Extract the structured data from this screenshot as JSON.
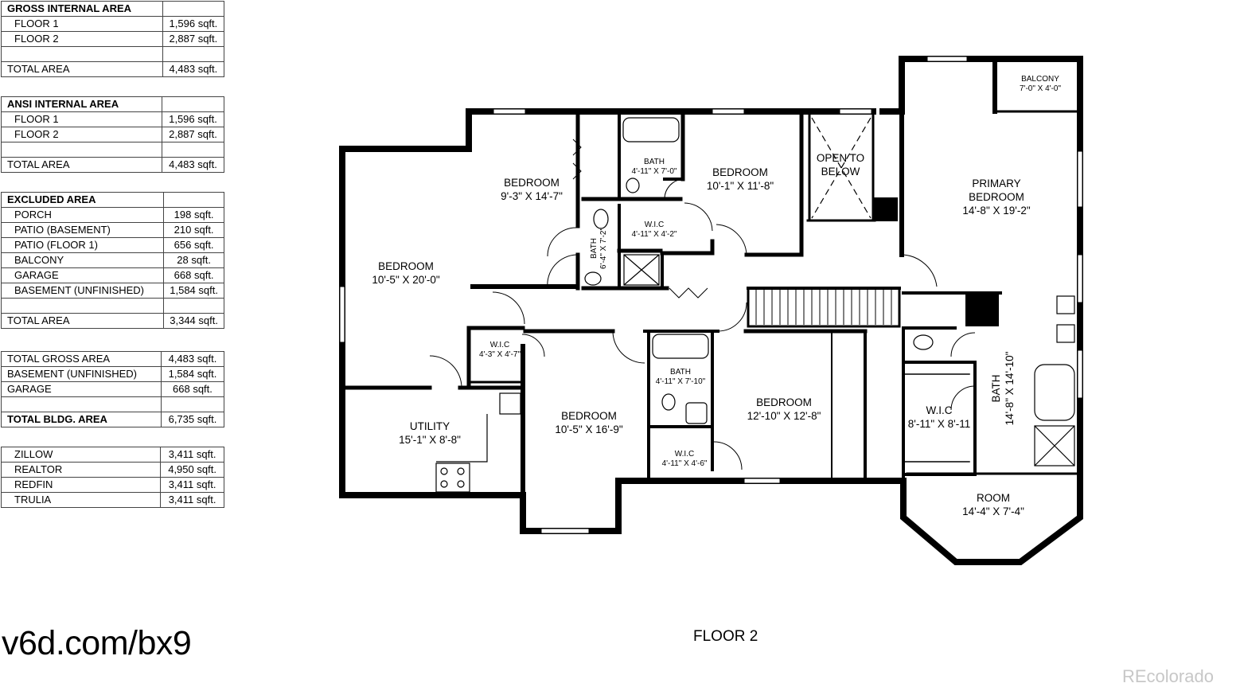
{
  "area_tables": [
    {
      "title": "GROSS INTERNAL AREA",
      "rows": [
        {
          "label": "FLOOR 1",
          "value": "1,596 sqft."
        },
        {
          "label": "FLOOR 2",
          "value": "2,887 sqft."
        }
      ],
      "total": {
        "label": "TOTAL AREA",
        "value": "4,483 sqft."
      }
    },
    {
      "title": "ANSI INTERNAL AREA",
      "rows": [
        {
          "label": "FLOOR 1",
          "value": "1,596 sqft."
        },
        {
          "label": "FLOOR 2",
          "value": "2,887 sqft."
        }
      ],
      "total": {
        "label": "TOTAL AREA",
        "value": "4,483 sqft."
      }
    },
    {
      "title": "EXCLUDED AREA",
      "rows": [
        {
          "label": "PORCH",
          "value": "198 sqft."
        },
        {
          "label": "PATIO (BASEMENT)",
          "value": "210 sqft."
        },
        {
          "label": "PATIO (FLOOR 1)",
          "value": "656 sqft."
        },
        {
          "label": "BALCONY",
          "value": "28 sqft."
        },
        {
          "label": "GARAGE",
          "value": "668 sqft."
        },
        {
          "label": "BASEMENT (UNFINISHED)",
          "value": "1,584 sqft."
        }
      ],
      "total": {
        "label": "TOTAL AREA",
        "value": "3,344 sqft."
      }
    },
    {
      "rows": [
        {
          "label": "TOTAL GROSS AREA",
          "value": "4,483 sqft."
        },
        {
          "label": "BASEMENT (UNFINISHED)",
          "value": "1,584 sqft."
        },
        {
          "label": "GARAGE",
          "value": "668 sqft."
        }
      ],
      "total": {
        "label": "TOTAL BLDG. AREA",
        "value": "6,735 sqft."
      }
    },
    {
      "rows": [
        {
          "label": "ZILLOW",
          "value": "3,411 sqft."
        },
        {
          "label": "REALTOR",
          "value": "4,950 sqft."
        },
        {
          "label": "REDFIN",
          "value": "3,411 sqft."
        },
        {
          "label": "TRULIA",
          "value": "3,411 sqft."
        }
      ]
    }
  ],
  "rooms": {
    "bedroom_a": {
      "name": "BEDROOM",
      "dims": "9'-3\" X 14'-7\""
    },
    "bath_a": {
      "name": "BATH",
      "dims": "4'-11\" X 7'-0\""
    },
    "bedroom_b": {
      "name": "BEDROOM",
      "dims": "10'-1\" X 11'-8\""
    },
    "open_below": {
      "line1": "OPEN TO",
      "line2": "BELOW"
    },
    "balcony": {
      "name": "BALCONY",
      "dims": "7'-0\" X 4'-0\""
    },
    "primary_bedroom": {
      "line1": "PRIMARY",
      "line2": "BEDROOM",
      "dims": "14'-8\" X 19'-2\""
    },
    "wic_a": {
      "name": "W.I.C",
      "dims": "4'-11\" X 4'-2\""
    },
    "bath_b": {
      "name": "BATH",
      "dims": "6'-4\" X 7'-2\""
    },
    "bedroom_c": {
      "name": "BEDROOM",
      "dims": "10'-5\" X 20'-0\""
    },
    "wic_b": {
      "name": "W.I.C",
      "dims": "4'-3\" X 4'-7\""
    },
    "bath_c": {
      "name": "BATH",
      "dims": "4'-11\" X 7'-10\""
    },
    "bedroom_d": {
      "name": "BEDROOM",
      "dims": "12'-10\" X 12'-8\""
    },
    "utility": {
      "name": "UTILITY",
      "dims": "15'-1\" X 8'-8\""
    },
    "bedroom_e": {
      "name": "BEDROOM",
      "dims": "10'-5\" X 16'-9\""
    },
    "wic_c": {
      "name": "W.I.C",
      "dims": "4'-11\" X 4'-6\""
    },
    "wic_d": {
      "name": "W.I.C",
      "dims": "8'-11\" X 8'-11"
    },
    "bath_primary": {
      "name": "BATH",
      "dims": "14'-8\" X 14'-10\""
    },
    "room": {
      "name": "ROOM",
      "dims": "14'-4\" X 7'-4\""
    }
  },
  "floor_label": "FLOOR 2",
  "site_url": "v6d.com/bx9",
  "watermark": "REcolorado"
}
